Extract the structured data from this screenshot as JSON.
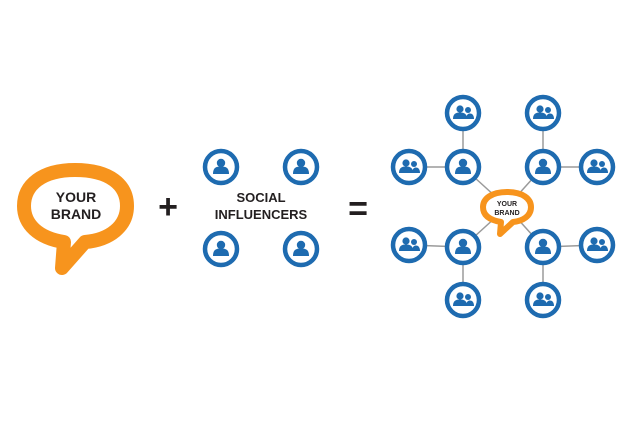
{
  "colors": {
    "brand_orange": "#F7941D",
    "influencer_blue": "#1E6BB0",
    "connector_gray": "#9a9a9a",
    "text": "#231f20"
  },
  "brand": {
    "line1": "YOUR",
    "line2": "BRAND"
  },
  "operators": {
    "plus": "+",
    "equals": "="
  },
  "influencers": {
    "line1": "SOCIAL",
    "line2": "INFLUENCERS",
    "icon": "person-icon",
    "count": 4
  },
  "network": {
    "center": {
      "line1": "YOUR",
      "line2": "BRAND"
    },
    "influencer_icon": "person-icon",
    "follower_icon": "group-icon",
    "influencer_count": 4,
    "followers_per_influencer": 2
  }
}
